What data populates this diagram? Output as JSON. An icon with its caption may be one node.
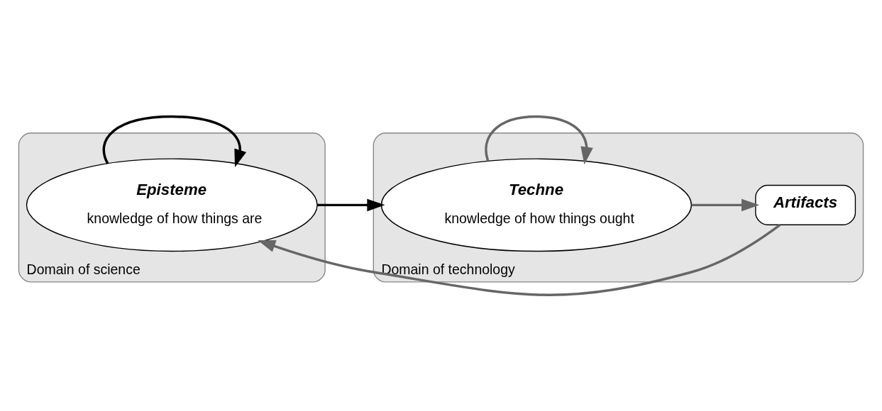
{
  "diagram": {
    "nodes": [
      {
        "text": [
          "Domain of science"
        ]
      },
      {
        "text": [
          "Episteme",
          "knowledge of how things are"
        ],
        "in": 0
      },
      {
        "text": [
          "Domain of technology"
        ]
      },
      {
        "text": [
          "Techne",
          "knowledge of how things ought"
        ],
        "in": 2
      },
      {
        "text": [
          "Artifacts"
        ],
        "in": 2
      }
    ],
    "edges": [
      {
        "from": 1,
        "to": 1,
        "arrow": "to",
        "color": "#000000"
      },
      {
        "from": 1,
        "to": 3,
        "arrow": "to",
        "color": "#000000"
      },
      {
        "from": 3,
        "to": 3,
        "arrow": "to"
      },
      {
        "from": 3,
        "to": 4,
        "arrow": "to"
      },
      {
        "from": 4,
        "to": 1,
        "arrow": "to"
      }
    ]
  }
}
